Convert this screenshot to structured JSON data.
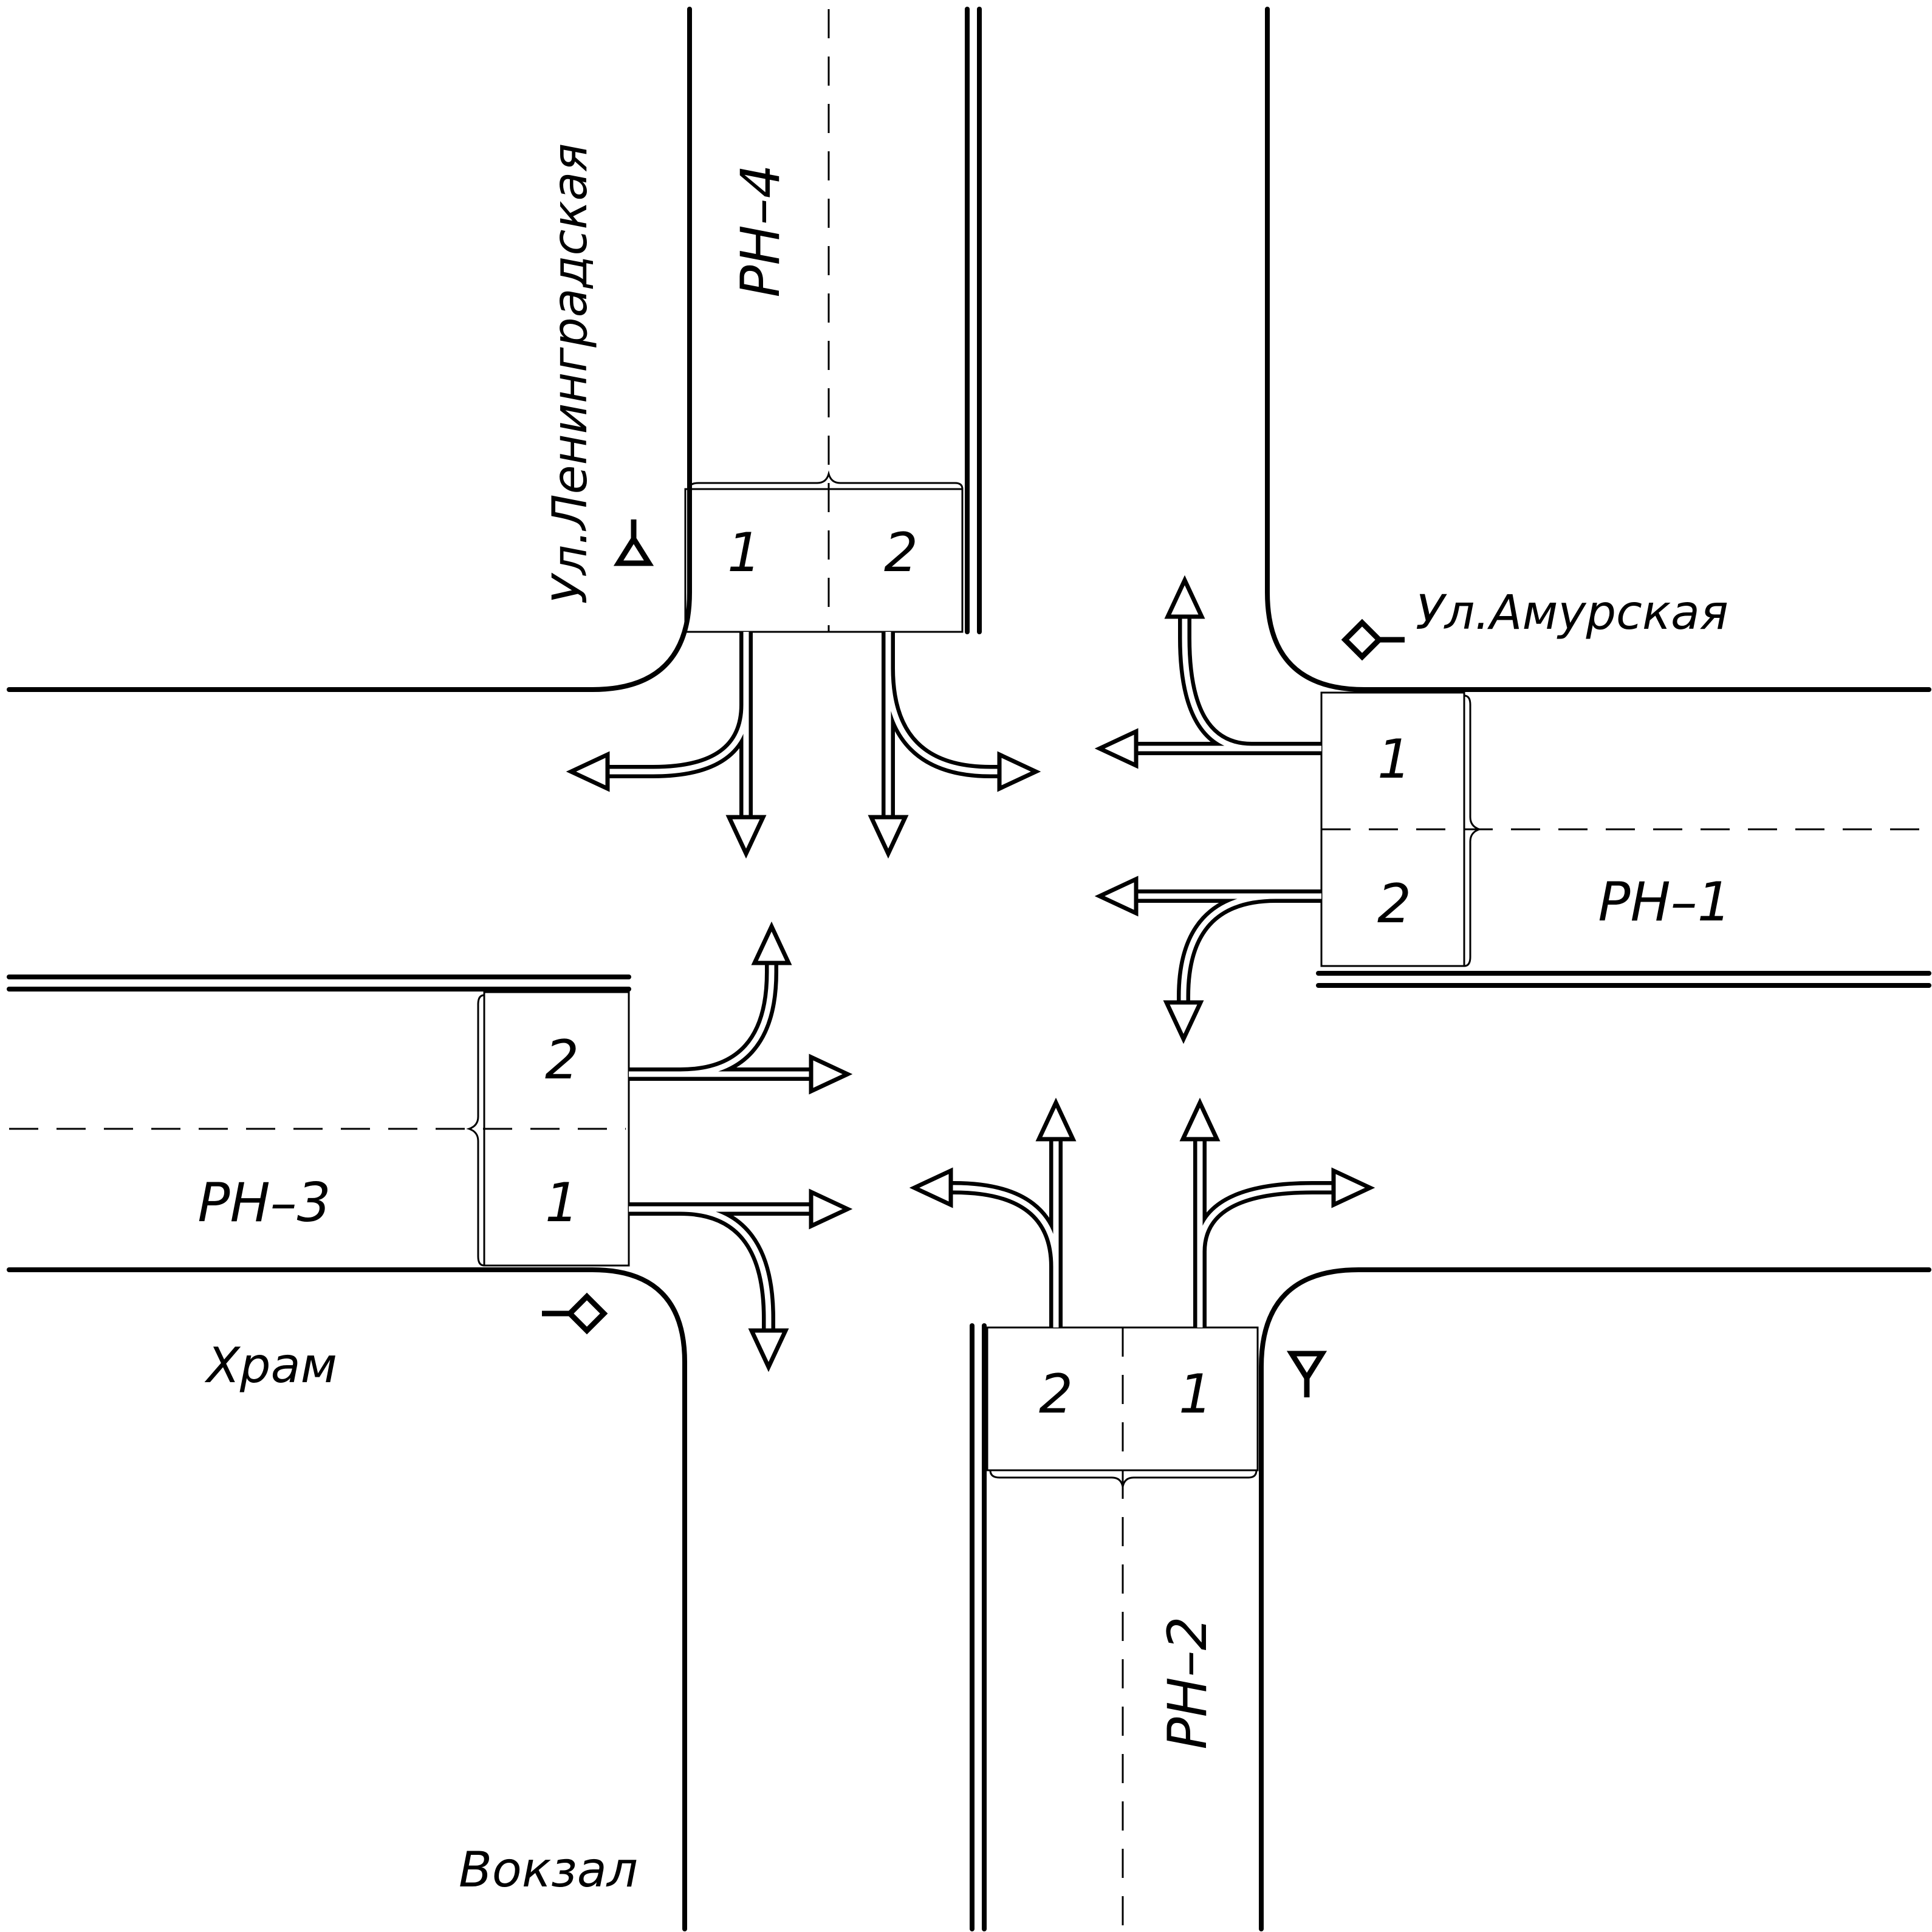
{
  "streets": {
    "leningradskaya": "Ул.Ленинградская",
    "amurskaya": "Ул.Амурская"
  },
  "places": {
    "temple": "Храм",
    "station": "Вокзал"
  },
  "approaches": {
    "rn1": {
      "code": "РН–1",
      "lanes": [
        "1",
        "2"
      ]
    },
    "rn2": {
      "code": "РН–2",
      "lanes": [
        "2",
        "1"
      ]
    },
    "rn3": {
      "code": "РН–3",
      "lanes": [
        "2",
        "1"
      ]
    },
    "rn4": {
      "code": "РН–4",
      "lanes": [
        "1",
        "2"
      ]
    }
  },
  "signs": {
    "north_west": "yield-triangle-icon",
    "north_east": "priority-road-icon",
    "south_west": "priority-road-icon",
    "south_east": "yield-triangle-icon"
  }
}
